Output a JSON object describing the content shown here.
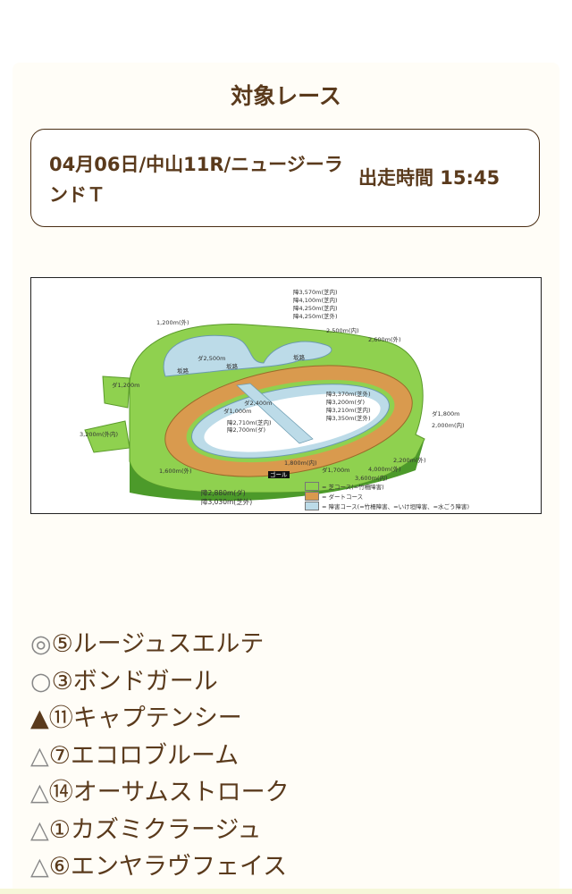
{
  "section_title": "対象レース",
  "race": {
    "name": "04月06日/中山11R/ニュージーランドＴ",
    "post_time": "出走時間 15:45"
  },
  "course_map": {
    "colors": {
      "turf": "#8fd14f",
      "dirt": "#d99a4e",
      "steeple": "#bcdbe8"
    },
    "labels": [
      "障3,570m(芝内)",
      "障4,100m(芝内)",
      "障4,250m(芝内)",
      "障4,250m(芝外)",
      "1,200m(外)",
      "2,500m(内)",
      "2,600m(外)",
      "坂路",
      "坂路",
      "坂路",
      "ダ2,500m",
      "ダ1,200m",
      "ダ2,400m",
      "ダ1,000m",
      "障3,370m(芝外)",
      "障3,200m(ダ)",
      "障3,210m(芝内)",
      "障3,350m(芝外)",
      "ダ1,800m",
      "2,000m(内)",
      "障2,710m(芝内)",
      "障2,700m(ダ)",
      "3,200m(外内)",
      "2,200m(外)",
      "4,000m(外)",
      "3,600m(内)",
      "1,600m(外)",
      "1,800m(内)",
      "ダ1,700m",
      "障2,880m(ダ)",
      "障3,030m(芝外)"
    ],
    "goal": "ゴール",
    "legend": [
      "= 芝コース(=竹柵障害)",
      "= ダートコース",
      "= 障害コース(=竹柵障害、=いけ垣障害、=水ごう障害)"
    ]
  },
  "entries": [
    {
      "mark": "◎",
      "name": "⑤ルージュスエルテ"
    },
    {
      "mark": "○",
      "name": "③ボンドガール"
    },
    {
      "mark": "▲",
      "name": "⑪キャプテンシー"
    },
    {
      "mark": "△",
      "name": "⑦エコロブルーム"
    },
    {
      "mark": "△",
      "name": "⑭オーサムストローク"
    },
    {
      "mark": "△",
      "name": "①カズミクラージュ"
    },
    {
      "mark": "△",
      "name": "⑥エンヤラヴフェイス"
    }
  ]
}
